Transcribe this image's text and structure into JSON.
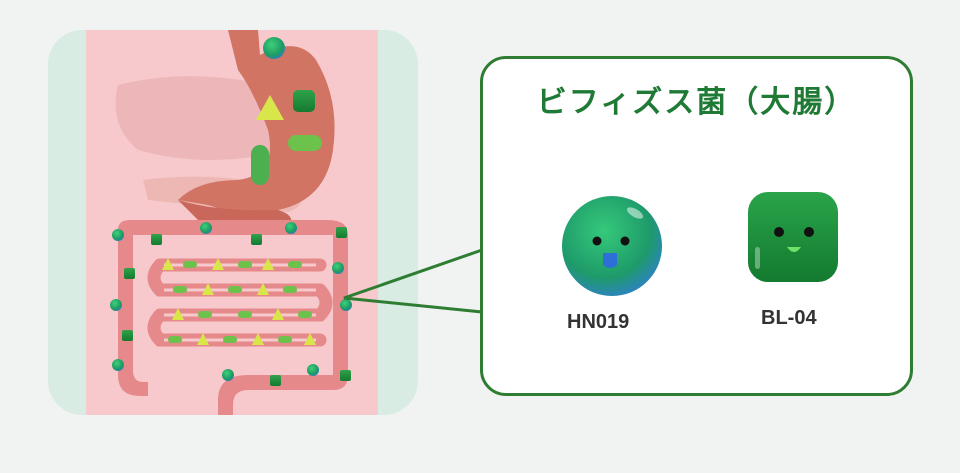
{
  "callout": {
    "title": "ビフィズス菌（大腸）",
    "strains": [
      {
        "label": "HN019",
        "shape": "round-ball-icon"
      },
      {
        "label": "BL-04",
        "shape": "square-block-icon"
      }
    ]
  },
  "colors": {
    "accent_green": "#2e7d32",
    "title_green": "#1f7a36",
    "body_pink": "#f7c9cc",
    "organ_salmon": "#d17464",
    "side_mint": "#d8ece4"
  }
}
